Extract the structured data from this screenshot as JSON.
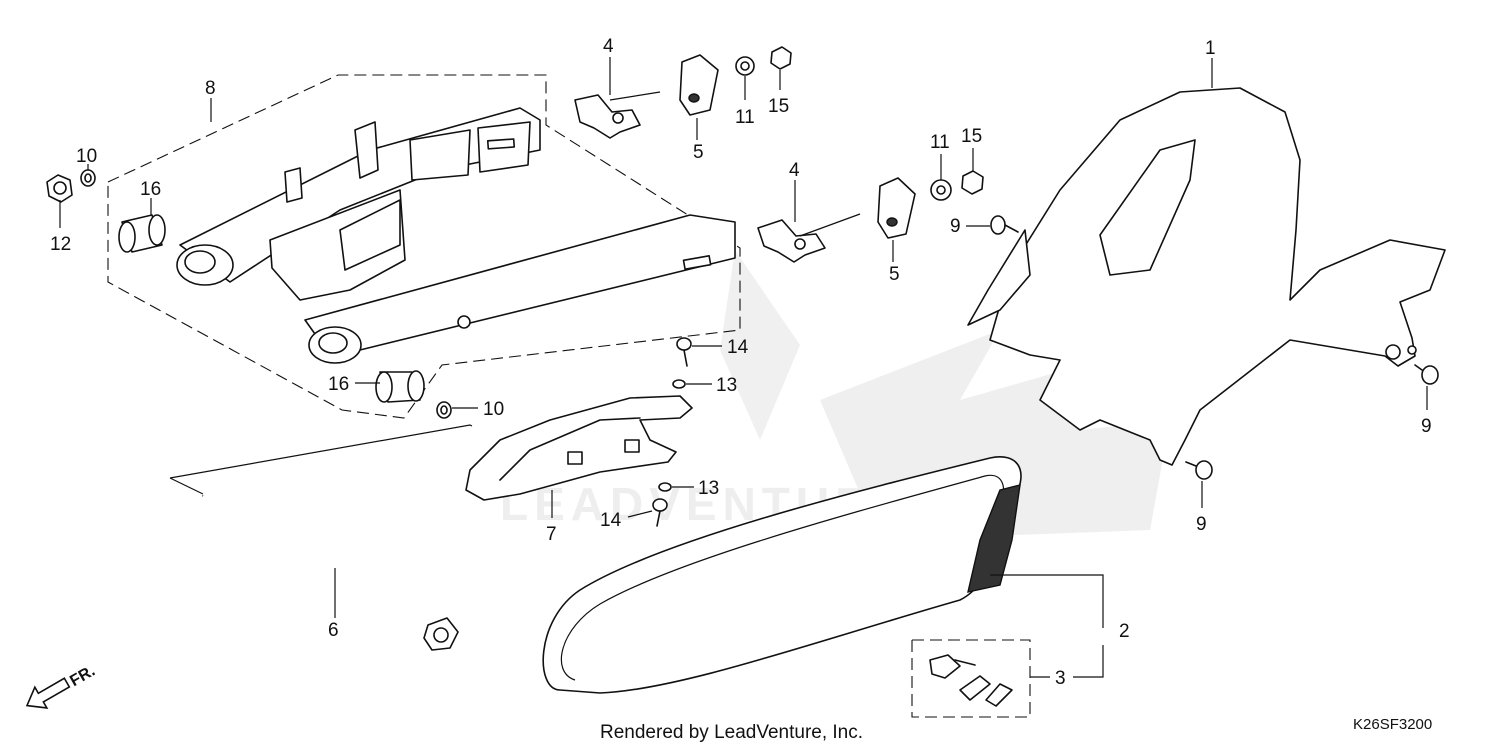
{
  "diagram_code": "K26SF3200",
  "credit": "Rendered by LeadVenture, Inc.",
  "watermark_text": "LEADVENTURE",
  "direction_label": "FR.",
  "callouts": [
    "1",
    "2",
    "3",
    "4",
    "5",
    "4",
    "5",
    "6",
    "7",
    "8",
    "9",
    "9",
    "9",
    "10",
    "10",
    "11",
    "15",
    "11",
    "15",
    "12",
    "13",
    "13",
    "14",
    "14",
    "16",
    "16"
  ],
  "colors": {
    "line": "#111111",
    "background": "#ffffff",
    "watermark": "#e2e2e2"
  }
}
